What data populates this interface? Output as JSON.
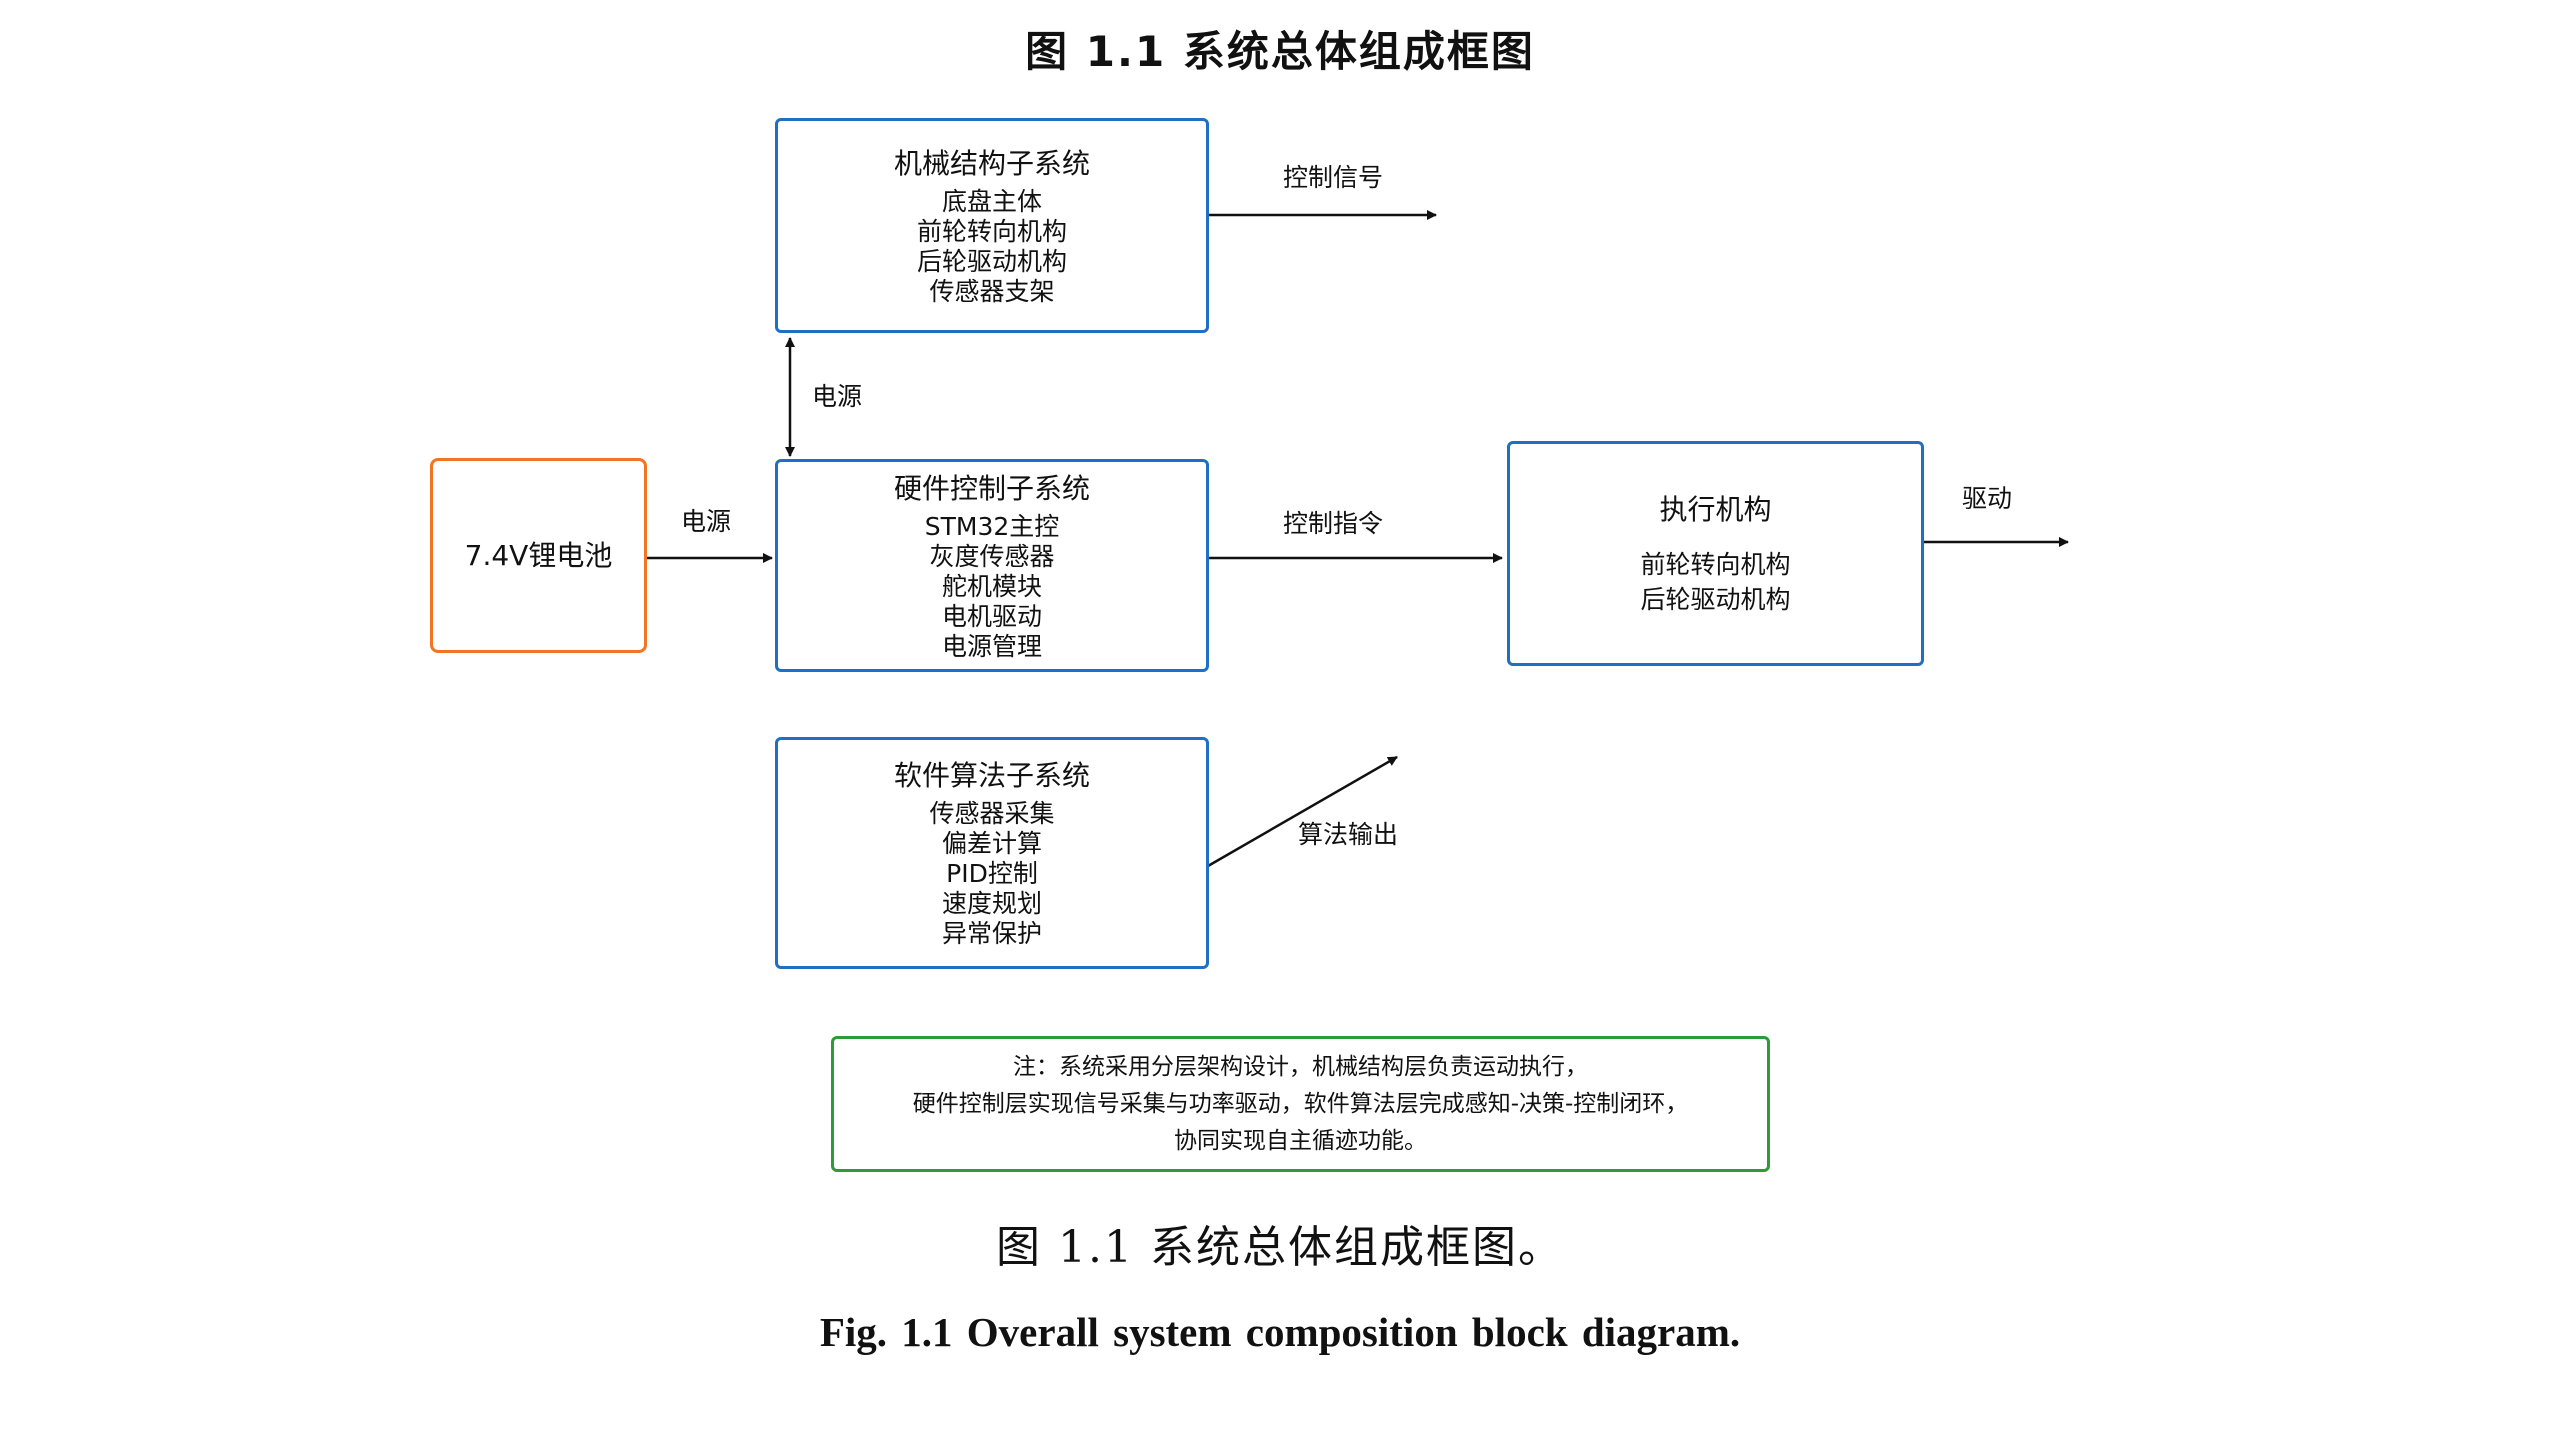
{
  "figure": {
    "top_title": "图 1.1  系统总体组成框图",
    "caption_zh": "图 1.1  系统总体组成框图。",
    "caption_en": "Fig. 1.1   Overall system composition block diagram."
  },
  "nodes": {
    "mechanical": {
      "title": "机械结构子系统",
      "items": [
        "底盘主体",
        "前轮转向机构",
        "后轮驱动机构",
        "传感器支架"
      ]
    },
    "hardware": {
      "title": "硬件控制子系统",
      "items": [
        "STM32主控",
        "灰度传感器",
        "舵机模块",
        "电机驱动",
        "电源管理"
      ]
    },
    "software": {
      "title": "软件算法子系统",
      "items": [
        "传感器采集",
        "偏差计算",
        "PID控制",
        "速度规划",
        "异常保护"
      ]
    },
    "actuator": {
      "title": "执行机构",
      "items": [
        "前轮转向机构",
        "后轮驱动机构"
      ]
    },
    "battery": {
      "title": "7.4V锂电池"
    }
  },
  "edges": {
    "control_signal": "控制信号",
    "power_vertical": "电源",
    "power_battery": "电源",
    "control_command": "控制指令",
    "drive": "驱动",
    "algorithm_output": "算法输出"
  },
  "note": {
    "lines": [
      "注：系统采用分层架构设计，机械结构层负责运动执行，",
      "硬件控制层实现信号采集与功率驱动，软件算法层完成感知-决策-控制闭环，",
      "协同实现自主循迹功能。"
    ]
  },
  "colors": {
    "box_border": "#1f6fc5",
    "battery_border": "#f07524",
    "note_border": "#2e9a3a",
    "arrow": "#111111"
  }
}
